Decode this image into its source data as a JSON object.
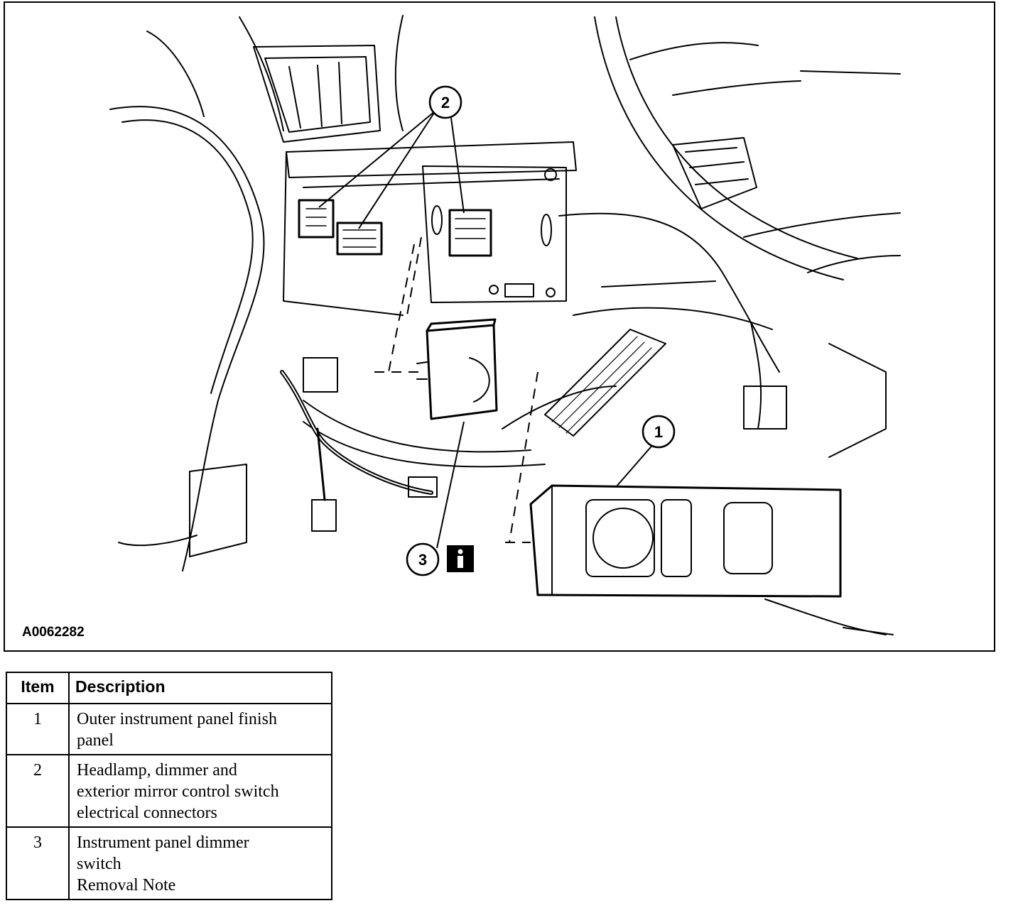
{
  "figure": {
    "figure_id": "A0062282",
    "callouts": [
      {
        "number": "1"
      },
      {
        "number": "2"
      },
      {
        "number": "3",
        "info_icon": "info-icon"
      }
    ]
  },
  "legend": {
    "headers": {
      "item": "Item",
      "description": "Description"
    },
    "rows": [
      {
        "item": "1",
        "lines": [
          "Outer instrument panel finish",
          "panel"
        ]
      },
      {
        "item": "2",
        "lines": [
          "Headlamp, dimmer and",
          "exterior mirror control switch",
          "electrical connectors"
        ]
      },
      {
        "item": "3",
        "lines": [
          "Instrument panel dimmer",
          "switch",
          "Removal Note"
        ]
      }
    ]
  }
}
